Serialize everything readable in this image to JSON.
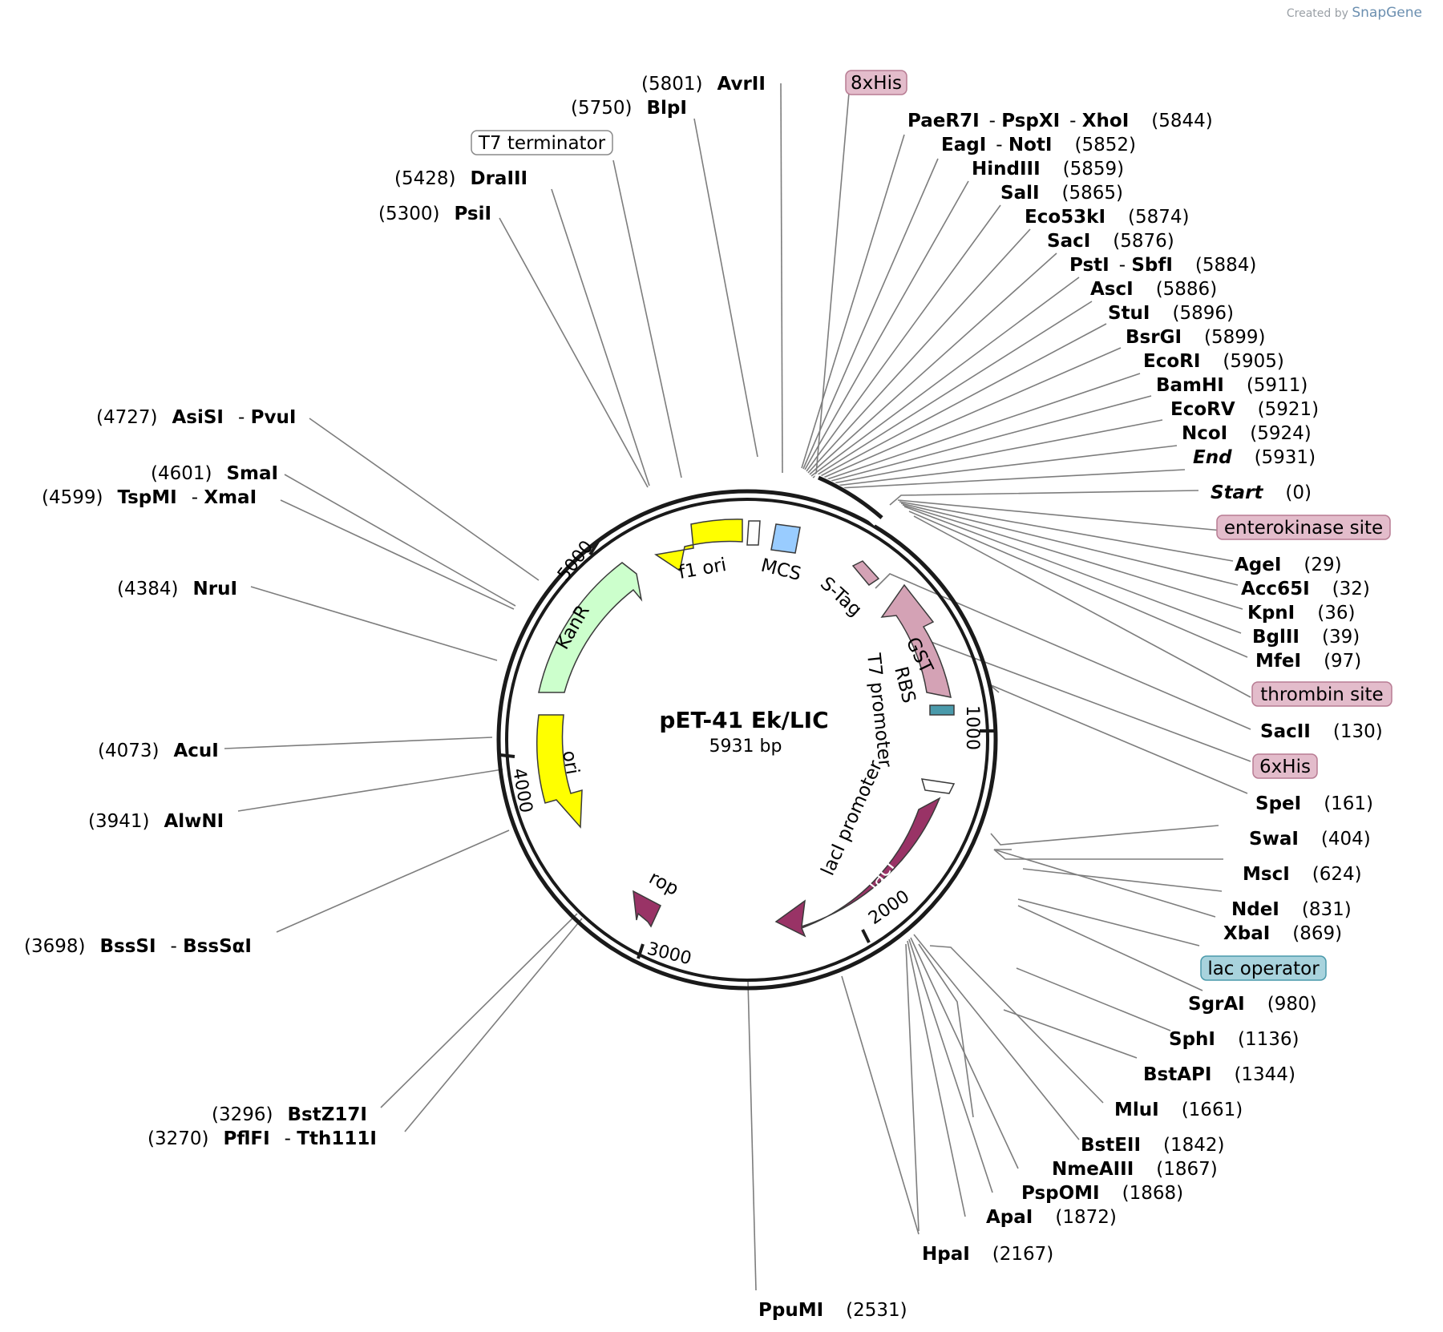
{
  "credit": {
    "prefix": "Created by",
    "brand": "SnapGene"
  },
  "plasmid": {
    "name": "pET-41 Ek/LIC",
    "size": "5931 bp"
  },
  "ticks": [
    "1000",
    "2000",
    "3000",
    "4000",
    "5000"
  ],
  "sites": [
    {
      "names": [
        "AvrII"
      ],
      "pos": "(5801)"
    },
    {
      "names": [
        "BlpI"
      ],
      "pos": "(5750)"
    },
    {
      "names": [
        "DraIII"
      ],
      "pos": "(5428)"
    },
    {
      "names": [
        "PsiI"
      ],
      "pos": "(5300)"
    },
    {
      "names": [
        "AsiSI",
        "PvuI"
      ],
      "pos": "(4727)"
    },
    {
      "names": [
        "SmaI"
      ],
      "pos": "(4601)"
    },
    {
      "names": [
        "TspMI",
        "XmaI"
      ],
      "pos": "(4599)"
    },
    {
      "names": [
        "NruI"
      ],
      "pos": "(4384)"
    },
    {
      "names": [
        "AcuI"
      ],
      "pos": "(4073)"
    },
    {
      "names": [
        "AlwNI"
      ],
      "pos": "(3941)"
    },
    {
      "names": [
        "BssSI",
        "BssSαI"
      ],
      "pos": "(3698)"
    },
    {
      "names": [
        "BstZ17I"
      ],
      "pos": "(3296)"
    },
    {
      "names": [
        "PflFI",
        "Tth111I"
      ],
      "pos": "(3270)"
    },
    {
      "names": [
        "PpuMI"
      ],
      "pos": "(2531)"
    },
    {
      "names": [
        "HpaI"
      ],
      "pos": "(2167)"
    },
    {
      "names": [
        "ApaI"
      ],
      "pos": "(1872)"
    },
    {
      "names": [
        "PspOMI"
      ],
      "pos": "(1868)"
    },
    {
      "names": [
        "NmeAIII"
      ],
      "pos": "(1867)"
    },
    {
      "names": [
        "BstEII"
      ],
      "pos": "(1842)"
    },
    {
      "names": [
        "MluI"
      ],
      "pos": "(1661)"
    },
    {
      "names": [
        "BstAPI"
      ],
      "pos": "(1344)"
    },
    {
      "names": [
        "SphI"
      ],
      "pos": "(1136)"
    },
    {
      "names": [
        "SgrAI"
      ],
      "pos": "(980)"
    },
    {
      "names": [
        "XbaI"
      ],
      "pos": "(869)"
    },
    {
      "names": [
        "NdeI"
      ],
      "pos": "(831)"
    },
    {
      "names": [
        "MscI"
      ],
      "pos": "(624)"
    },
    {
      "names": [
        "SwaI"
      ],
      "pos": "(404)"
    },
    {
      "names": [
        "SpeI"
      ],
      "pos": "(161)"
    },
    {
      "names": [
        "SacII"
      ],
      "pos": "(130)"
    },
    {
      "names": [
        "MfeI"
      ],
      "pos": "(97)"
    },
    {
      "names": [
        "BglII"
      ],
      "pos": "(39)"
    },
    {
      "names": [
        "KpnI"
      ],
      "pos": "(36)"
    },
    {
      "names": [
        "Acc65I"
      ],
      "pos": "(32)"
    },
    {
      "names": [
        "AgeI"
      ],
      "pos": "(29)"
    },
    {
      "names": [
        "Start"
      ],
      "pos": "(0)",
      "italic": true
    },
    {
      "names": [
        "End"
      ],
      "pos": "(5931)",
      "italic": true
    },
    {
      "names": [
        "NcoI"
      ],
      "pos": "(5924)"
    },
    {
      "names": [
        "EcoRV"
      ],
      "pos": "(5921)"
    },
    {
      "names": [
        "BamHI"
      ],
      "pos": "(5911)"
    },
    {
      "names": [
        "EcoRI"
      ],
      "pos": "(5905)"
    },
    {
      "names": [
        "BsrGI"
      ],
      "pos": "(5899)"
    },
    {
      "names": [
        "StuI"
      ],
      "pos": "(5896)"
    },
    {
      "names": [
        "AscI"
      ],
      "pos": "(5886)"
    },
    {
      "names": [
        "PstI",
        "SbfI"
      ],
      "pos": "(5884)"
    },
    {
      "names": [
        "SacI"
      ],
      "pos": "(5876)"
    },
    {
      "names": [
        "Eco53kI"
      ],
      "pos": "(5874)"
    },
    {
      "names": [
        "SalI"
      ],
      "pos": "(5865)"
    },
    {
      "names": [
        "HindIII"
      ],
      "pos": "(5859)"
    },
    {
      "names": [
        "EagI",
        "NotI"
      ],
      "pos": "(5852)"
    },
    {
      "names": [
        "PaeR7I",
        "PspXI",
        "XhoI"
      ],
      "pos": "(5844)"
    }
  ],
  "feature_labels": [
    {
      "text": "8xHis",
      "fill": "#e3bccb",
      "stroke": "#b87c93"
    },
    {
      "text": "T7 terminator",
      "fill": "#ffffff",
      "stroke": "#8a8a8a"
    },
    {
      "text": "enterokinase site",
      "fill": "#e3bccb",
      "stroke": "#b87c93"
    },
    {
      "text": "thrombin site",
      "fill": "#e3bccb",
      "stroke": "#b87c93"
    },
    {
      "text": "6xHis",
      "fill": "#e3bccb",
      "stroke": "#b87c93"
    },
    {
      "text": "lac operator",
      "fill": "#a8d3dd",
      "stroke": "#4a9aab"
    }
  ],
  "features": [
    {
      "label": "f1 ori",
      "color": "#ffff00"
    },
    {
      "label": "KanR",
      "color": "#ccffcc"
    },
    {
      "label": "ori",
      "color": "#ffff00"
    },
    {
      "label": "rop",
      "color": "#993366"
    },
    {
      "label": "lacI",
      "color": "#993366"
    },
    {
      "label": "lacI promoter",
      "color": "#ffffff"
    },
    {
      "label": "GST",
      "color": "#d4a2b5"
    },
    {
      "label": "S-Tag",
      "color": "#d4a2b5"
    },
    {
      "label": "MCS",
      "color": "#99ccff"
    },
    {
      "label": "RBS",
      "color": "#ffffff"
    },
    {
      "label": "T7 promoter",
      "color": "#ffffff"
    }
  ]
}
